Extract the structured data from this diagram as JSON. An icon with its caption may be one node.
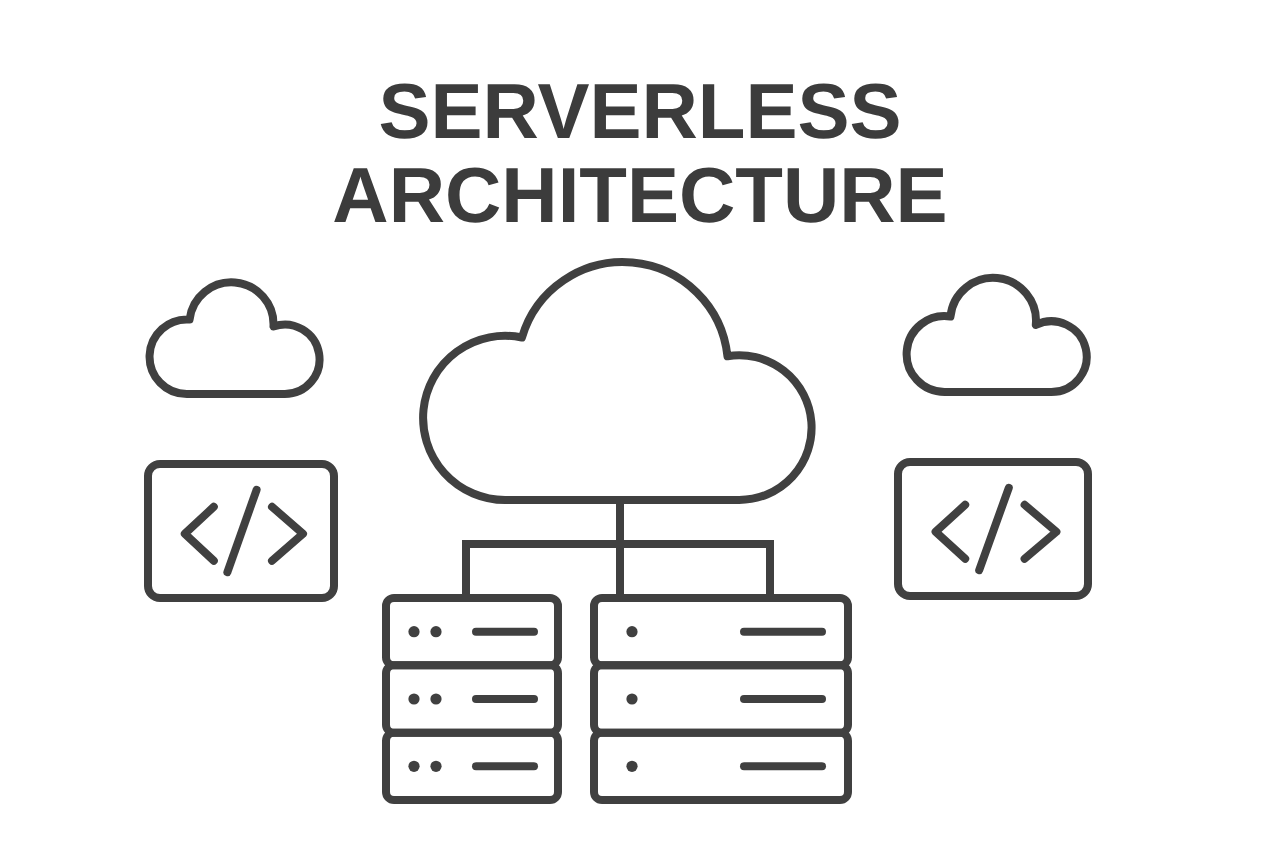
{
  "diagram": {
    "title": "SERVERLESS ARCHITECTURE",
    "nodes": [
      {
        "text": [],
        "shape": "cloud"
      },
      {
        "text": [],
        "shape": "cloud"
      },
      {
        "text": [],
        "shape": "cloud"
      },
      {
        "text": [],
        "shape": "window"
      },
      {
        "text": [],
        "shape": "window"
      },
      {
        "text": [],
        "shape": "server"
      },
      {
        "text": [],
        "shape": "server"
      }
    ],
    "edges": [
      {
        "from": 1,
        "to": 5,
        "arrow": "none"
      },
      {
        "from": 1,
        "to": 6,
        "arrow": "none"
      },
      {
        "from": 1,
        "to": 6,
        "arrow": "none"
      }
    ]
  }
}
